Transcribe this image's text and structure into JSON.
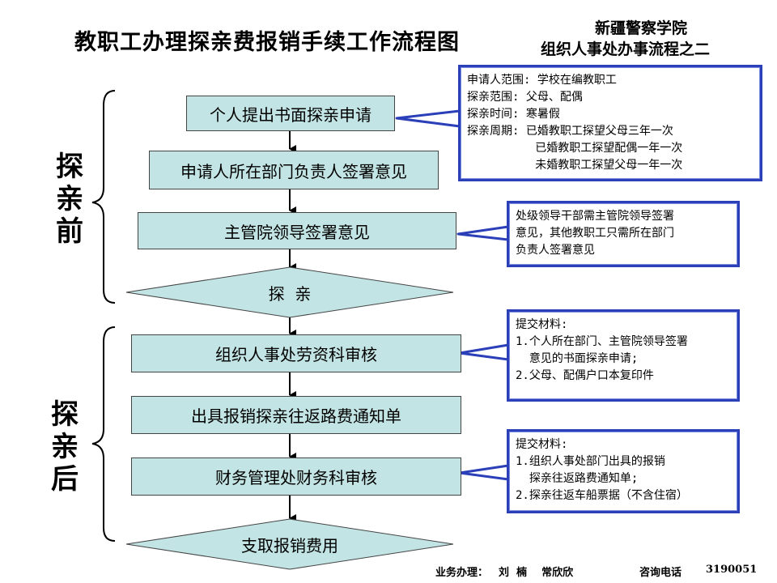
{
  "title": "教职工办理探亲费报销手续工作流程图",
  "org": {
    "line1": "新疆警察学院",
    "line2": "组织人事处办事流程之二"
  },
  "phases": {
    "before": "探\n亲\n前",
    "after": "探\n亲\n后"
  },
  "steps": [
    "个人提出书面探亲申请",
    "申请人所在部门负责人签署意见",
    "主管院领导签署意见",
    "探  亲",
    "组织人事处劳资科审核",
    "出具报销探亲往返路费通知单",
    "财务管理处财务科审核",
    "支取报销费用"
  ],
  "notes": [
    "申请人范围: 学校在编教职工\n探亲范围: 父母、配偶\n探亲时间: 寒暑假\n探亲周期: 已婚教职工探望父母三年一次\n          已婚教职工探望配偶一年一次\n          未婚教职工探望父母一年一次",
    "处级领导干部需主管院领导签署\n意见，其他教职工只需所在部门\n负责人签署意见",
    "提交材料:\n1.个人所在部门、主管院领导签署\n  意见的书面探亲申请;\n2.父母、配偶户口本复印件",
    "提交材料:\n1.组织人事处部门出具的报销\n  探亲往返路费通知单;\n2.探亲往返车船票据（不含住宿）"
  ],
  "footer": {
    "handler_label": "业务办理：",
    "handler_names": "刘  楠    常欣欣",
    "phone_label": "咨询电话",
    "phone": "3190051"
  }
}
